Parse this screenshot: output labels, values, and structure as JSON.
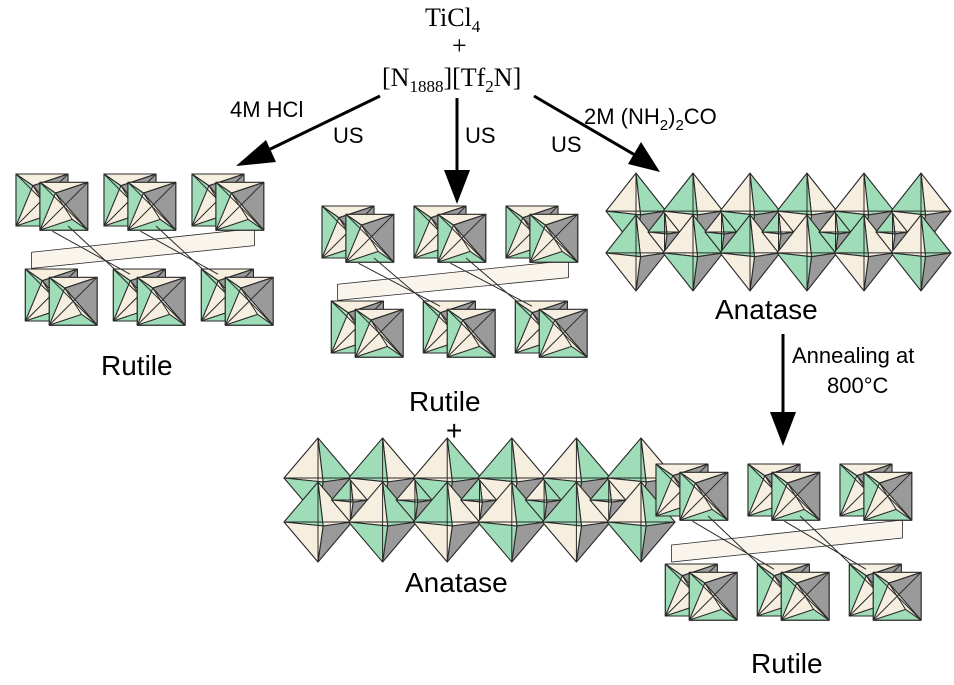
{
  "reagents": {
    "line1_main": "TiCl",
    "line1_sub": "4",
    "plus": "+",
    "line3_a": "[N",
    "line3_sub1": "1888",
    "line3_b": "][Tf",
    "line3_sub2": "2",
    "line3_c": "N]"
  },
  "routes": {
    "left": {
      "condition": "4M HCl",
      "method": "US"
    },
    "middle": {
      "method": "US"
    },
    "right": {
      "condition_a": "2M (NH",
      "condition_sub": "2",
      "condition_b": ")",
      "condition_sub2": "2",
      "condition_c": "CO",
      "method": "US"
    }
  },
  "products": {
    "left": "Rutile",
    "middle_top": "Rutile",
    "middle_plus": "+",
    "middle_bottom": "Anatase",
    "right_top": "Anatase",
    "right_bottom": "Rutile"
  },
  "annealing": {
    "line1": "Annealing at",
    "line2": "800°C"
  },
  "colors": {
    "green_face": "#9fdcb8",
    "cream_face": "#f6eedf",
    "gray_face": "#9a9a9a",
    "edge": "#2a2a2a",
    "arrow": "#000000"
  }
}
